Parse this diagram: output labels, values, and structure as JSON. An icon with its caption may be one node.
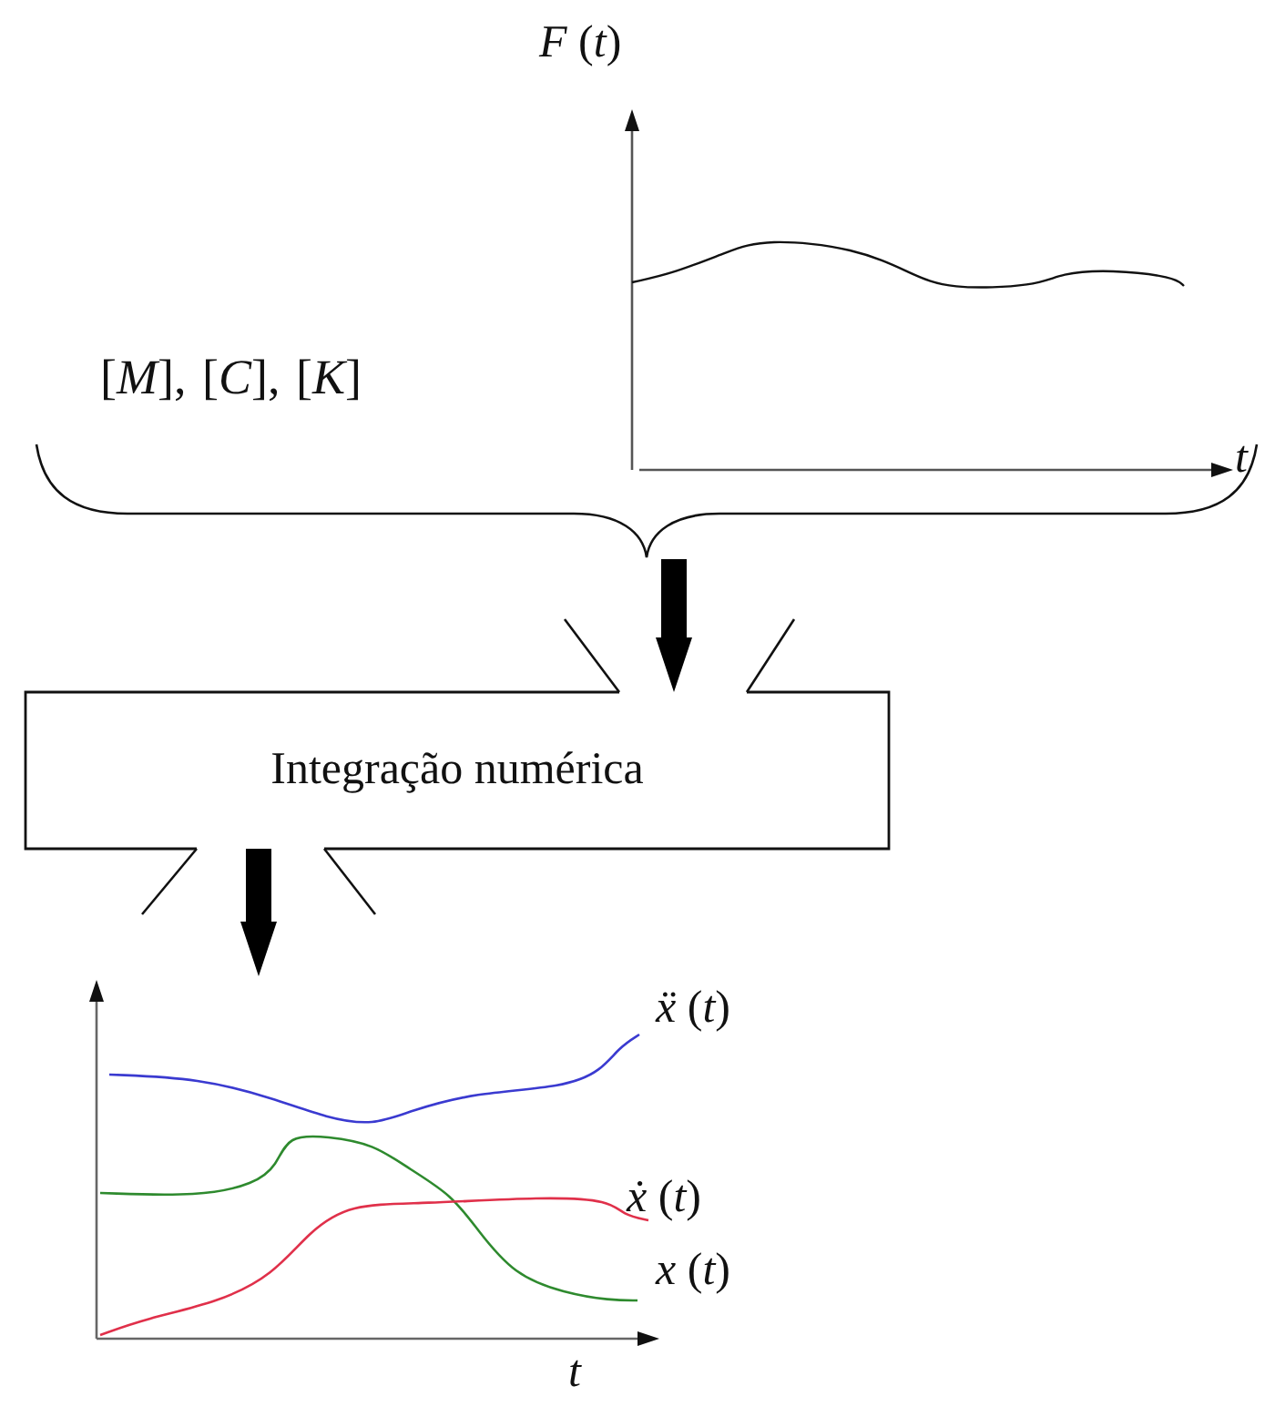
{
  "diagram": {
    "nodes": [
      {
        "text": [
          "[*M*], [*C*], [*K*]"
        ]
      },
      {
        "text": [],
        "shape": "picture",
        "beside": [
          "*F* (*t*)",
          "*t*"
        ]
      },
      {
        "text": [],
        "shape": "brace"
      },
      {
        "text": [
          "Integração numérica"
        ]
      },
      {
        "text": [],
        "shape": "picture",
        "beside": [
          "*ẍ* (*t*)",
          "*ẋ* (*t*)",
          "*x* (*t*)",
          "*t*"
        ]
      }
    ],
    "edges": [
      {
        "from": 2,
        "to": 3,
        "arrow": "to"
      },
      {
        "from": 3,
        "to": 4,
        "arrow": "to"
      }
    ]
  }
}
